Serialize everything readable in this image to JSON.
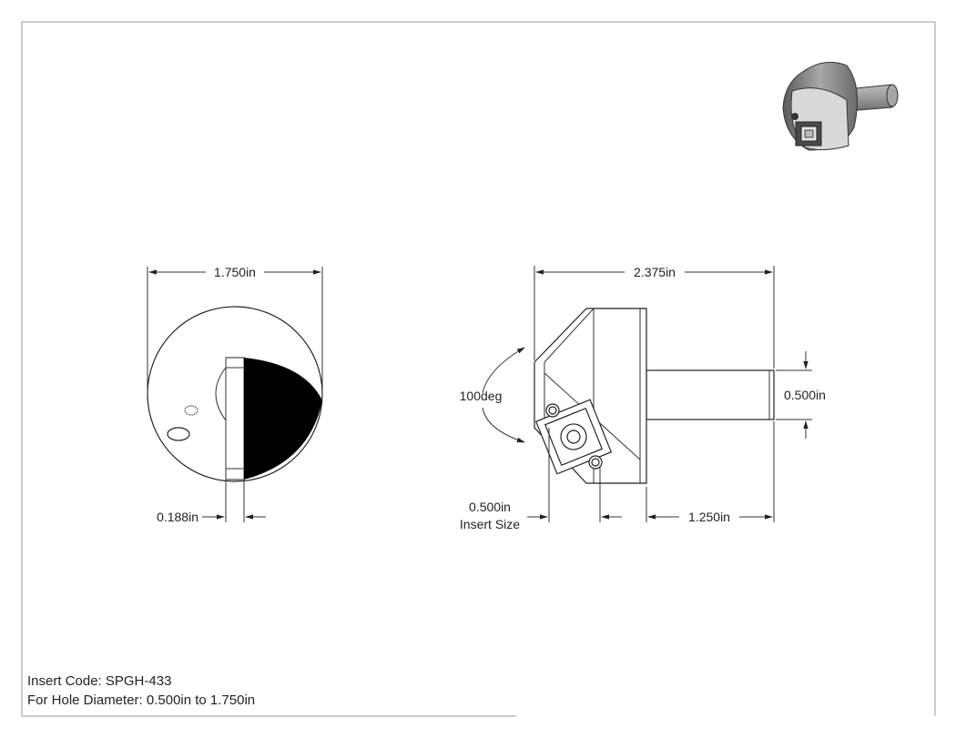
{
  "dimensions": {
    "front_width": "1.750in",
    "front_offset": "0.188in",
    "side_length": "2.375in",
    "angle": "100deg",
    "shank_diameter": "0.500in",
    "insert_size_value": "0.500in",
    "insert_size_label": "Insert Size",
    "shank_length": "1.250in"
  },
  "notes": {
    "insert_code": "Insert Code: SPGH-433",
    "hole_diameter": "For Hole Diameter: 0.500in to 1.750in"
  },
  "colors": {
    "insert_fill": "#000000",
    "line": "#222222",
    "iso_body": "#8c8c8c",
    "iso_face": "#c8c8c8"
  }
}
